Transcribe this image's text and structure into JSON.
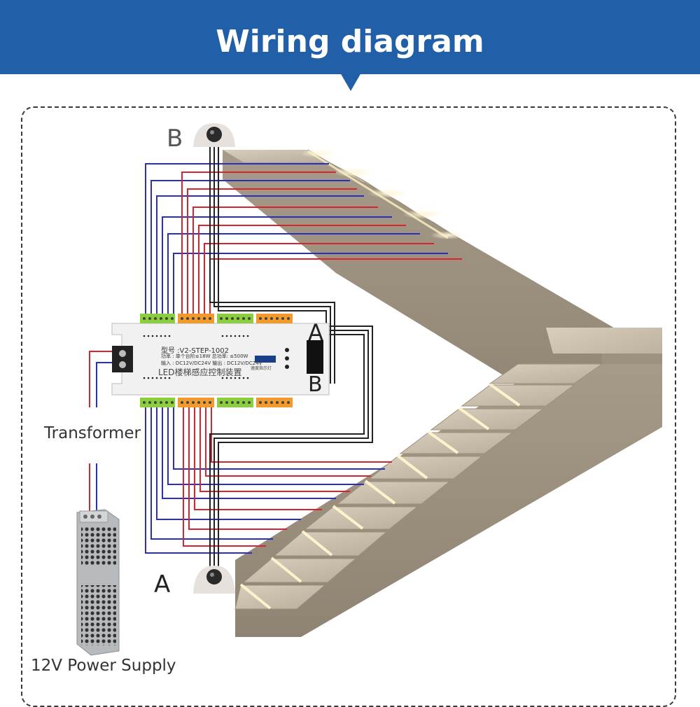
{
  "header": {
    "title": "Wiring diagram"
  },
  "labels": {
    "sensor_top": "B",
    "sensor_bottom": "A",
    "controller_a": "A",
    "controller_b": "B",
    "transformer": "Transformer",
    "power_supply": "12V Power Supply"
  },
  "controller": {
    "model": "型号 :V2-STEP-1002",
    "power": "功率 : 单个台阶≤18W 总功率: ≤500W",
    "io": "输入 : DC12V/DC24V  输出 : DC12V/DC24V",
    "name": "LED楼梯感应控制装置",
    "indicator": "速度指示灯"
  },
  "colors": {
    "header": "#2160a8",
    "wire_red": "#d9232d",
    "wire_blue": "#2a2fc0",
    "wire_black": "#222222",
    "terminal_green": "#8ccf3e",
    "terminal_orange": "#f29a2e",
    "stair": "#b3a897"
  }
}
